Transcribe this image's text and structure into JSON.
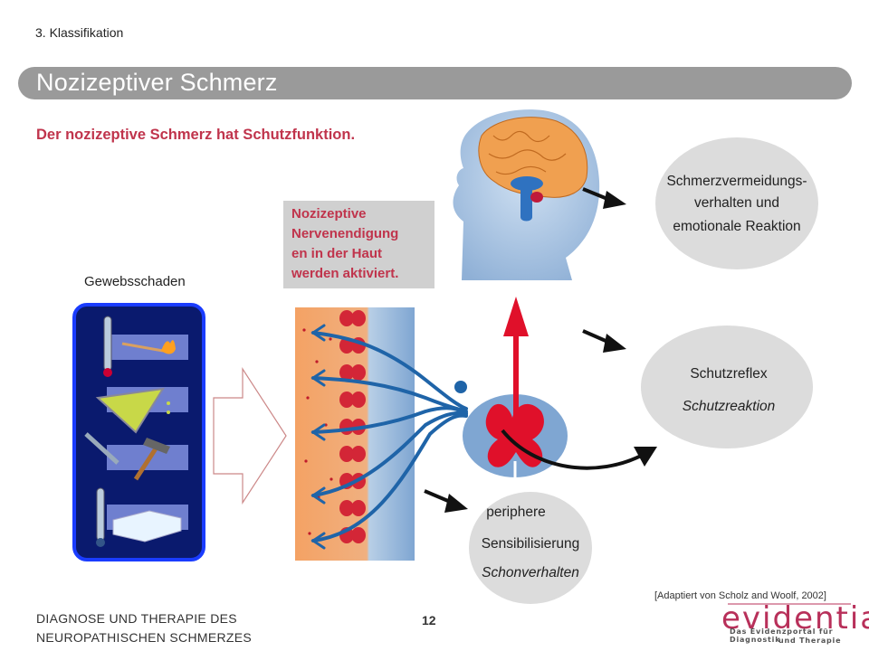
{
  "header": {
    "section": "3. Klassifikation",
    "title": "Nozizeptiver Schmerz",
    "subtitle": "Der nozizeptive Schmerz hat Schutzfunktion."
  },
  "nerve_box": {
    "lines": [
      "Nozizeptive",
      "Nervenendigung",
      "en in der Haut",
      "werden aktiviert."
    ]
  },
  "tissue_label": "Gewebsschaden",
  "outcomes": {
    "brain": [
      "Schmerzvermeidungs-",
      "verhalten und",
      "emotionale Reaktion"
    ],
    "reflex": {
      "line1": "Schutzreflex",
      "line2": "Schutzreaktion"
    },
    "peripheral": {
      "line1": "periphere",
      "line2": "Sensibilisierung",
      "line3": "Schonverhalten"
    }
  },
  "citation": "[Adaptiert von Scholz and Woolf, 2002]",
  "footer": {
    "line1": "DIAGNOSE UND THERAPIE DES",
    "line2": "NEUROPATHISCHEN SCHMERZES",
    "page_number": "12"
  },
  "logo": {
    "word": "evidentia",
    "tagline1": "Das Evidenzportal für Diagnostik",
    "tagline2": "und Therapie"
  },
  "colors": {
    "accent_red": "#c0344c",
    "title_bar": "#9a9a9a",
    "ellipse": "#dcdcdc",
    "nerve_blue": "#1f64a8",
    "spinal_red": "#e0102a"
  }
}
